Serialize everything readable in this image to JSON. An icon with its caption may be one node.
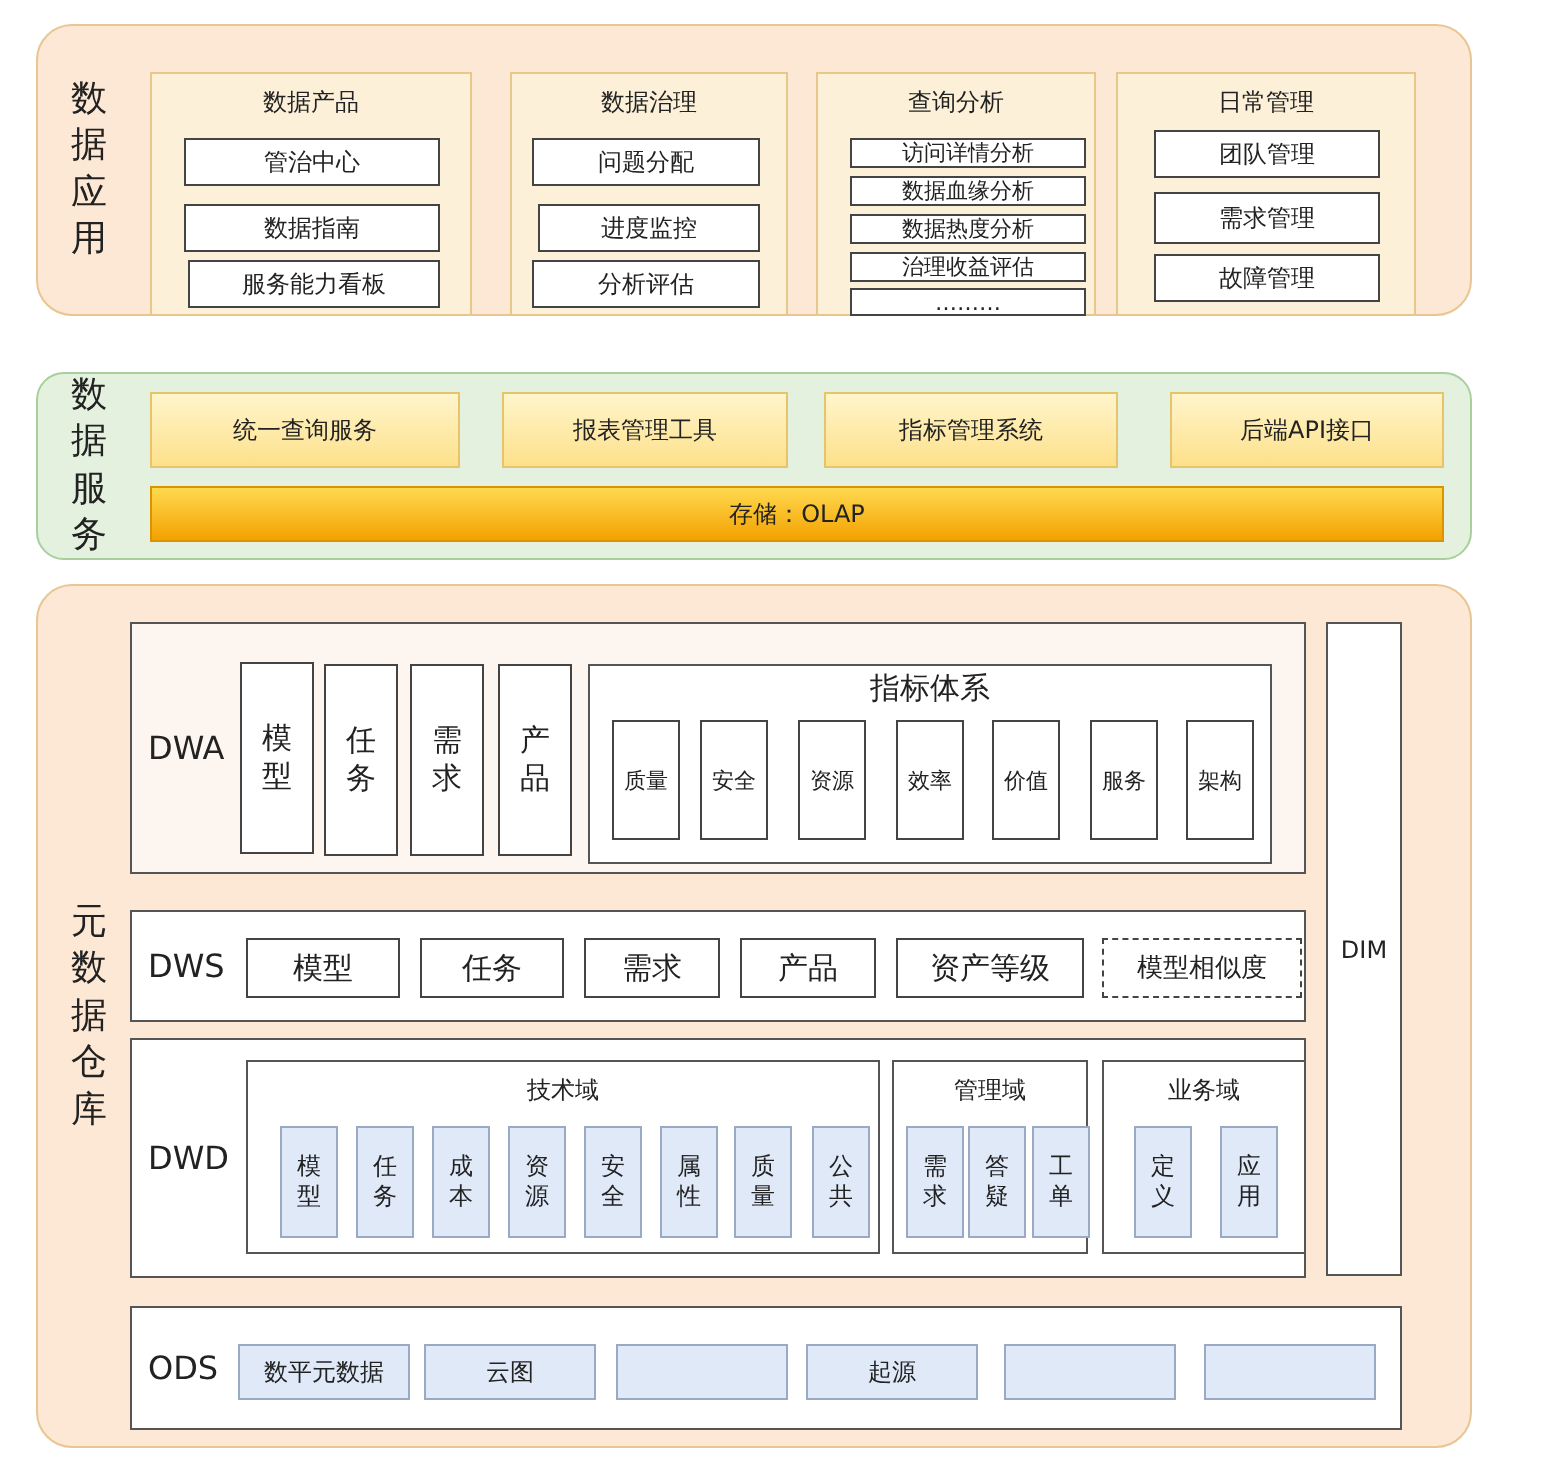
{
  "diagram": {
    "nodes": [
      {
        "text": [
          "数据应用"
        ]
      },
      {
        "text": [
          "数据产品"
        ],
        "in": 0
      },
      {
        "text": [
          "管治中心"
        ],
        "in": 1
      },
      {
        "text": [
          "数据指南"
        ],
        "in": 1
      },
      {
        "text": [
          "服务能力看板"
        ],
        "in": 1
      },
      {
        "text": [
          "数据治理"
        ],
        "in": 0
      },
      {
        "text": [
          "问题分配"
        ],
        "in": 5
      },
      {
        "text": [
          "进度监控"
        ],
        "in": 5
      },
      {
        "text": [
          "分析评估"
        ],
        "in": 5
      },
      {
        "text": [
          "查询分析"
        ],
        "in": 0
      },
      {
        "text": [
          "访问详情分析"
        ],
        "in": 9
      },
      {
        "text": [
          "数据血缘分析"
        ],
        "in": 9
      },
      {
        "text": [
          "数据热度分析"
        ],
        "in": 9
      },
      {
        "text": [
          "治理收益评估"
        ],
        "in": 9
      },
      {
        "text": [
          "………"
        ],
        "in": 9
      },
      {
        "text": [
          "日常管理"
        ],
        "in": 0
      },
      {
        "text": [
          "团队管理"
        ],
        "in": 15
      },
      {
        "text": [
          "需求管理"
        ],
        "in": 15
      },
      {
        "text": [
          "故障管理"
        ],
        "in": 15
      },
      {
        "text": [
          "数据服务"
        ]
      },
      {
        "text": [
          "统一查询服务"
        ],
        "in": 19
      },
      {
        "text": [
          "报表管理工具"
        ],
        "in": 19
      },
      {
        "text": [
          "指标管理系统"
        ],
        "in": 19
      },
      {
        "text": [
          "后端API接口"
        ],
        "in": 19
      },
      {
        "text": [
          "存储：OLAP"
        ],
        "in": 19
      },
      {
        "text": [
          "元数据仓库"
        ]
      },
      {
        "text": [
          "DWA"
        ],
        "in": 25
      },
      {
        "text": [
          "模型"
        ],
        "in": 26
      },
      {
        "text": [
          "任务"
        ],
        "in": 26
      },
      {
        "text": [
          "需求"
        ],
        "in": 26
      },
      {
        "text": [
          "产品"
        ],
        "in": 26
      },
      {
        "text": [
          "指标体系"
        ],
        "in": 26
      },
      {
        "text": [
          "质量"
        ],
        "in": 31
      },
      {
        "text": [
          "安全"
        ],
        "in": 31
      },
      {
        "text": [
          "资源"
        ],
        "in": 31
      },
      {
        "text": [
          "效率"
        ],
        "in": 31
      },
      {
        "text": [
          "价值"
        ],
        "in": 31
      },
      {
        "text": [
          "服务"
        ],
        "in": 31
      },
      {
        "text": [
          "架构"
        ],
        "in": 31
      },
      {
        "text": [
          "DWS"
        ],
        "in": 25
      },
      {
        "text": [
          "模型"
        ],
        "in": 39
      },
      {
        "text": [
          "任务"
        ],
        "in": 39
      },
      {
        "text": [
          "需求"
        ],
        "in": 39
      },
      {
        "text": [
          "产品"
        ],
        "in": 39
      },
      {
        "text": [
          "资产等级"
        ],
        "in": 39
      },
      {
        "text": [
          "模型相似度"
        ],
        "in": 39
      },
      {
        "text": [
          "DWD"
        ],
        "in": 25
      },
      {
        "text": [
          "技术域"
        ],
        "in": 46
      },
      {
        "text": [
          "模型"
        ],
        "in": 47
      },
      {
        "text": [
          "任务"
        ],
        "in": 47
      },
      {
        "text": [
          "成本"
        ],
        "in": 47
      },
      {
        "text": [
          "资源"
        ],
        "in": 47
      },
      {
        "text": [
          "安全"
        ],
        "in": 47
      },
      {
        "text": [
          "属性"
        ],
        "in": 47
      },
      {
        "text": [
          "质量"
        ],
        "in": 47
      },
      {
        "text": [
          "公共"
        ],
        "in": 47
      },
      {
        "text": [
          "管理域"
        ],
        "in": 46
      },
      {
        "text": [
          "需求"
        ],
        "in": 56
      },
      {
        "text": [
          "答疑"
        ],
        "in": 56
      },
      {
        "text": [
          "工单"
        ],
        "in": 56
      },
      {
        "text": [
          "业务域"
        ],
        "in": 46
      },
      {
        "text": [
          "定义"
        ],
        "in": 60
      },
      {
        "text": [
          "应用"
        ],
        "in": 60
      },
      {
        "text": [
          "DIM"
        ],
        "in": 25
      },
      {
        "text": [
          "ODS"
        ],
        "in": 25
      },
      {
        "text": [
          "数平元数据"
        ],
        "in": 64
      },
      {
        "text": [
          "云图"
        ],
        "in": 64
      },
      {
        "text": [],
        "shape": "box",
        "in": 64
      },
      {
        "text": [
          "起源"
        ],
        "in": 64
      },
      {
        "text": [],
        "shape": "box",
        "in": 64
      },
      {
        "text": [],
        "shape": "box",
        "in": 64
      }
    ],
    "edges": []
  }
}
